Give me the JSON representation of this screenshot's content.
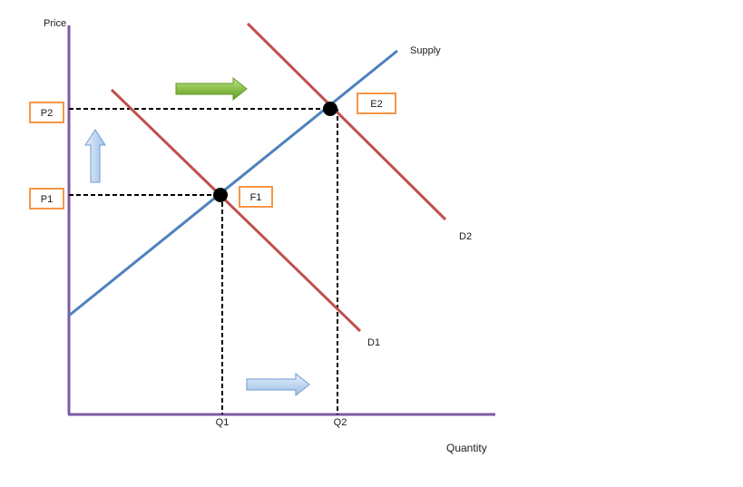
{
  "diagram": {
    "axis_labels": {
      "y": "Price",
      "x": "Quantity"
    },
    "curve_labels": {
      "supply": "Supply",
      "demand_1": "D1",
      "demand_2": "D2"
    },
    "price_labels": {
      "p1": "P1",
      "p2": "P2"
    },
    "quantity_labels": {
      "q1": "Q1",
      "q2": "Q2"
    },
    "equilibrium_labels": {
      "e1": "F1",
      "e2": "E2"
    },
    "arrows": {
      "demand_shift": "green-right-arrow",
      "price_increase": "blue-up-arrow",
      "quantity_increase": "blue-right-arrow"
    },
    "colors": {
      "axis": "#7b5aa6",
      "supply": "#4f81bd",
      "demand": "#c0504d",
      "label_box": "#f79646",
      "green_arrow": "#77b83a",
      "blue_arrow": "#a9c8ee"
    }
  }
}
